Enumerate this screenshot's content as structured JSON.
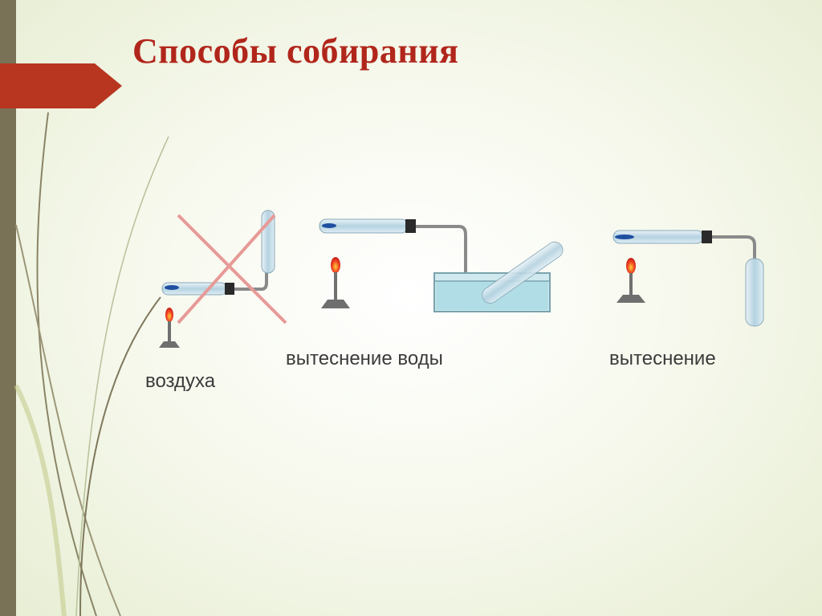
{
  "slide": {
    "title": "Способы собирания",
    "colors": {
      "title": "#b1261b",
      "accent_ribbon": "#b8351f",
      "left_bar": "#7a7256"
    }
  },
  "methods": [
    {
      "id": "air",
      "caption": "воздуха",
      "crossed_out": true
    },
    {
      "id": "water",
      "caption": "вытеснение воды",
      "crossed_out": false
    },
    {
      "id": "displacement",
      "caption": "вытеснение",
      "crossed_out": false
    }
  ],
  "icons": [
    "test-tube-icon",
    "burner-icon",
    "gas-tube-icon",
    "water-trough-icon",
    "cross-mark-icon"
  ]
}
